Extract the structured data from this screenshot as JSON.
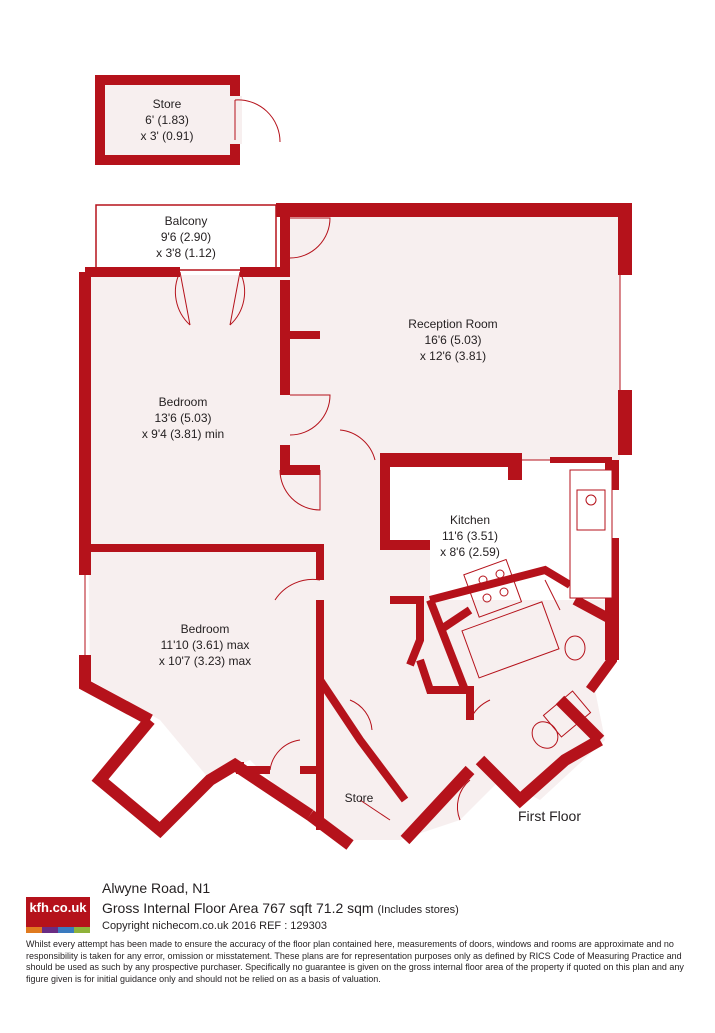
{
  "colors": {
    "wall": "#b5121b",
    "floor": "#f7efef",
    "text": "#231f20"
  },
  "rooms": {
    "store_top": {
      "name": "Store",
      "dim1": "6' (1.83)",
      "dim2": "x 3' (0.91)"
    },
    "balcony": {
      "name": "Balcony",
      "dim1": "9'6 (2.90)",
      "dim2": "x 3'8 (1.12)"
    },
    "reception": {
      "name": "Reception Room",
      "dim1": "16'6 (5.03)",
      "dim2": "x 12'6 (3.81)"
    },
    "bedroom1": {
      "name": "Bedroom",
      "dim1": "13'6 (5.03)",
      "dim2": "x 9'4 (3.81) min"
    },
    "kitchen": {
      "name": "Kitchen",
      "dim1": "11'6 (3.51)",
      "dim2": "x 8'6 (2.59)"
    },
    "bedroom2": {
      "name": "Bedroom",
      "dim1": "11'10 (3.61) max",
      "dim2": "x 10'7 (3.23) max"
    },
    "store_bottom": {
      "name": "Store"
    }
  },
  "floor_label": "First Floor",
  "footer": {
    "logo": "kfh.co.uk",
    "logo_bar_colors": [
      "#e07a1f",
      "#6a2c83",
      "#3a7abf",
      "#8fb23a"
    ],
    "address": "Alwyne Road, N1",
    "area": "Gross Internal Floor Area 767 sqft 71.2 sqm",
    "area_note": "(Includes stores)",
    "copyright": "Copyright nichecom.co.uk 2016 REF : 129303",
    "disclaimer": "Whilst every attempt has been made to ensure the accuracy of the floor plan contained here, measurements of doors, windows and rooms are approximate and no responsibility is taken for any error, omission or misstatement. These plans are for representation purposes only as defined by RICS Code of Measuring Practice and should be used as such by any prospective purchaser. Specifically no guarantee is given on the gross internal floor area of the property if quoted on this plan and any figure given is for initial guidance only and should not be relied on as a basis of valuation."
  }
}
